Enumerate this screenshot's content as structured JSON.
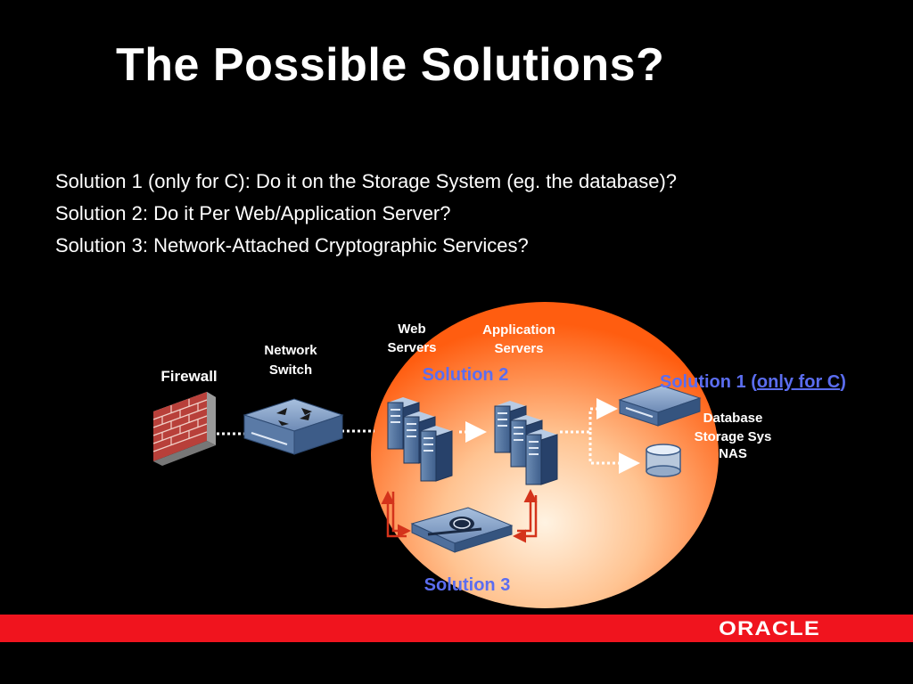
{
  "title": "The Possible Solutions?",
  "bullets": [
    "Solution 1 (only for C):  Do it on the Storage System (eg. the database)?",
    "Solution 2:  Do it Per Web/Application Server?",
    "Solution 3:  Network-Attached Cryptographic Services?"
  ],
  "diagram": {
    "firewall_label": "Firewall",
    "network_switch_label": [
      "Network",
      "Switch"
    ],
    "web_servers_label": [
      "Web",
      "Servers"
    ],
    "app_servers_label": [
      "Application",
      "Servers"
    ],
    "solution2_label": "Solution 2",
    "solution1_prefix": "Solution 1 (",
    "solution1_link": "only for C",
    "solution1_suffix": ")",
    "storage_label": [
      "Database",
      "Storage Sys",
      "NAS"
    ],
    "solution3_label": "Solution 3"
  },
  "footer": {
    "logo_text": "ORACLE"
  },
  "colors": {
    "background": "#000000",
    "footer_red": "#f0141e",
    "solution_blue": "#5b6df0",
    "sphere_orange": "#ff6a1a",
    "arrow_red": "#d4331b"
  }
}
